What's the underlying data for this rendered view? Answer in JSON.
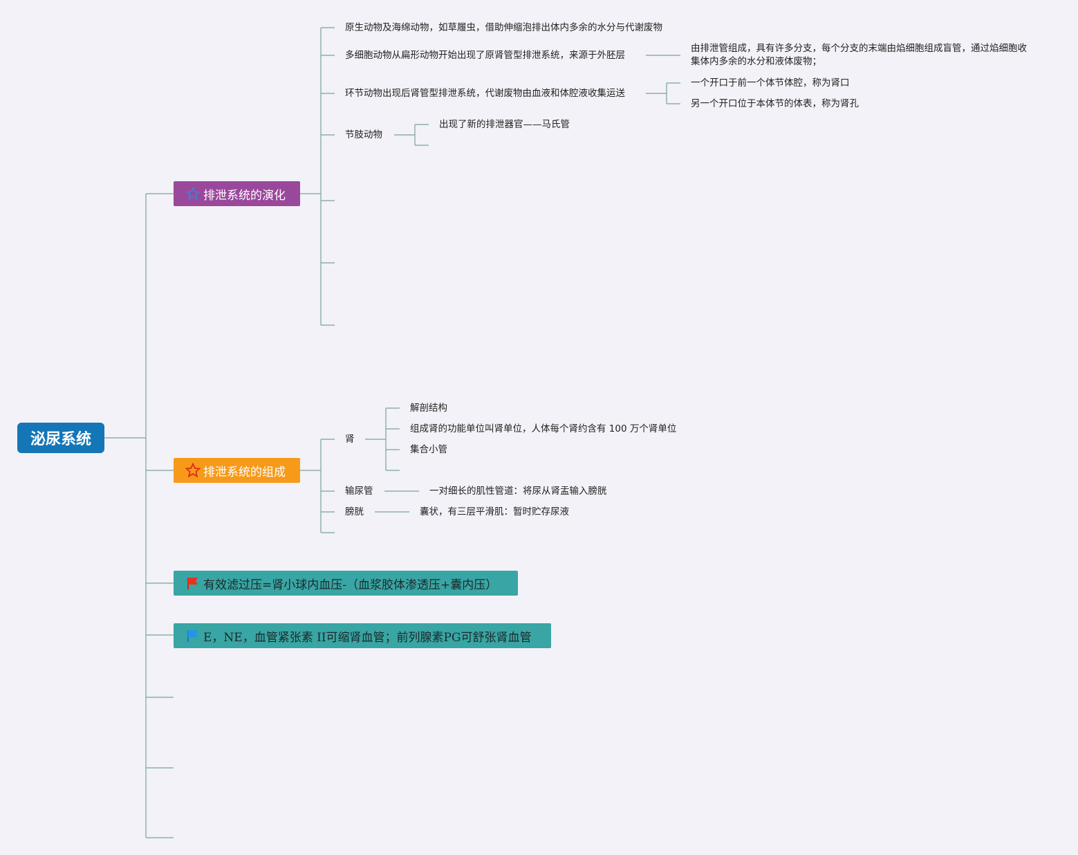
{
  "root": {
    "label": "泌尿系统"
  },
  "branches": {
    "evolution": {
      "label": "排泄系统的演化",
      "icon": "star-outline-blue-icon",
      "color": "#9a489b",
      "items": [
        {
          "label": "原生动物及海绵动物，如草履虫，借助伸缩泡排出体内多余的水分与代谢废物"
        },
        {
          "label": "多细胞动物从扁形动物开始出现了原肾管型排泄系统，来源于外胚层",
          "children": [
            {
              "label": "由排泄管组成，具有许多分支，每个分支的末端由焰细胞组成盲管，通过焰细胞收集体内多余的水分和液体废物；"
            }
          ]
        },
        {
          "label": "环节动物出现后肾管型排泄系统，代谢废物由血液和体腔液收集运送",
          "children": [
            {
              "label": "一个开口于前一个体节体腔，称为肾口"
            },
            {
              "label": "另一个开口位于本体节的体表，称为肾孔"
            }
          ]
        },
        {
          "label": "节肢动物",
          "children": [
            {
              "label": "出现了新的排泄器官——马氏管"
            }
          ]
        }
      ]
    },
    "composition": {
      "label": "排泄系统的组成",
      "icon": "star-outline-red-icon",
      "color": "#f79a1a",
      "items": [
        {
          "label": "肾",
          "children": [
            {
              "label": "解剖结构"
            },
            {
              "label": "组成肾的功能单位叫肾单位，人体每个肾约含有 100 万个肾单位"
            },
            {
              "label": "集合小管"
            }
          ]
        },
        {
          "label": "输尿管",
          "children": [
            {
              "label": "一对细长的肌性管道：将尿从肾盂输入膀胱"
            }
          ]
        },
        {
          "label": "膀胱",
          "children": [
            {
              "label": "囊状，有三层平滑肌：暂时贮存尿液"
            }
          ]
        }
      ]
    },
    "filtration": {
      "label": "有效滤过压=肾小球内血压-（血浆胶体渗透压+囊内压）",
      "icon": "red-flag-icon",
      "color": "#39a5a4"
    },
    "vessels": {
      "label": "E，NE，血管紧张素 II可缩肾血管；前列腺素PG可舒张肾血管",
      "icon": "blue-flag-icon",
      "color": "#39a5a4"
    }
  },
  "colors": {
    "line": "#6e9c95",
    "root": "#1476b6"
  }
}
